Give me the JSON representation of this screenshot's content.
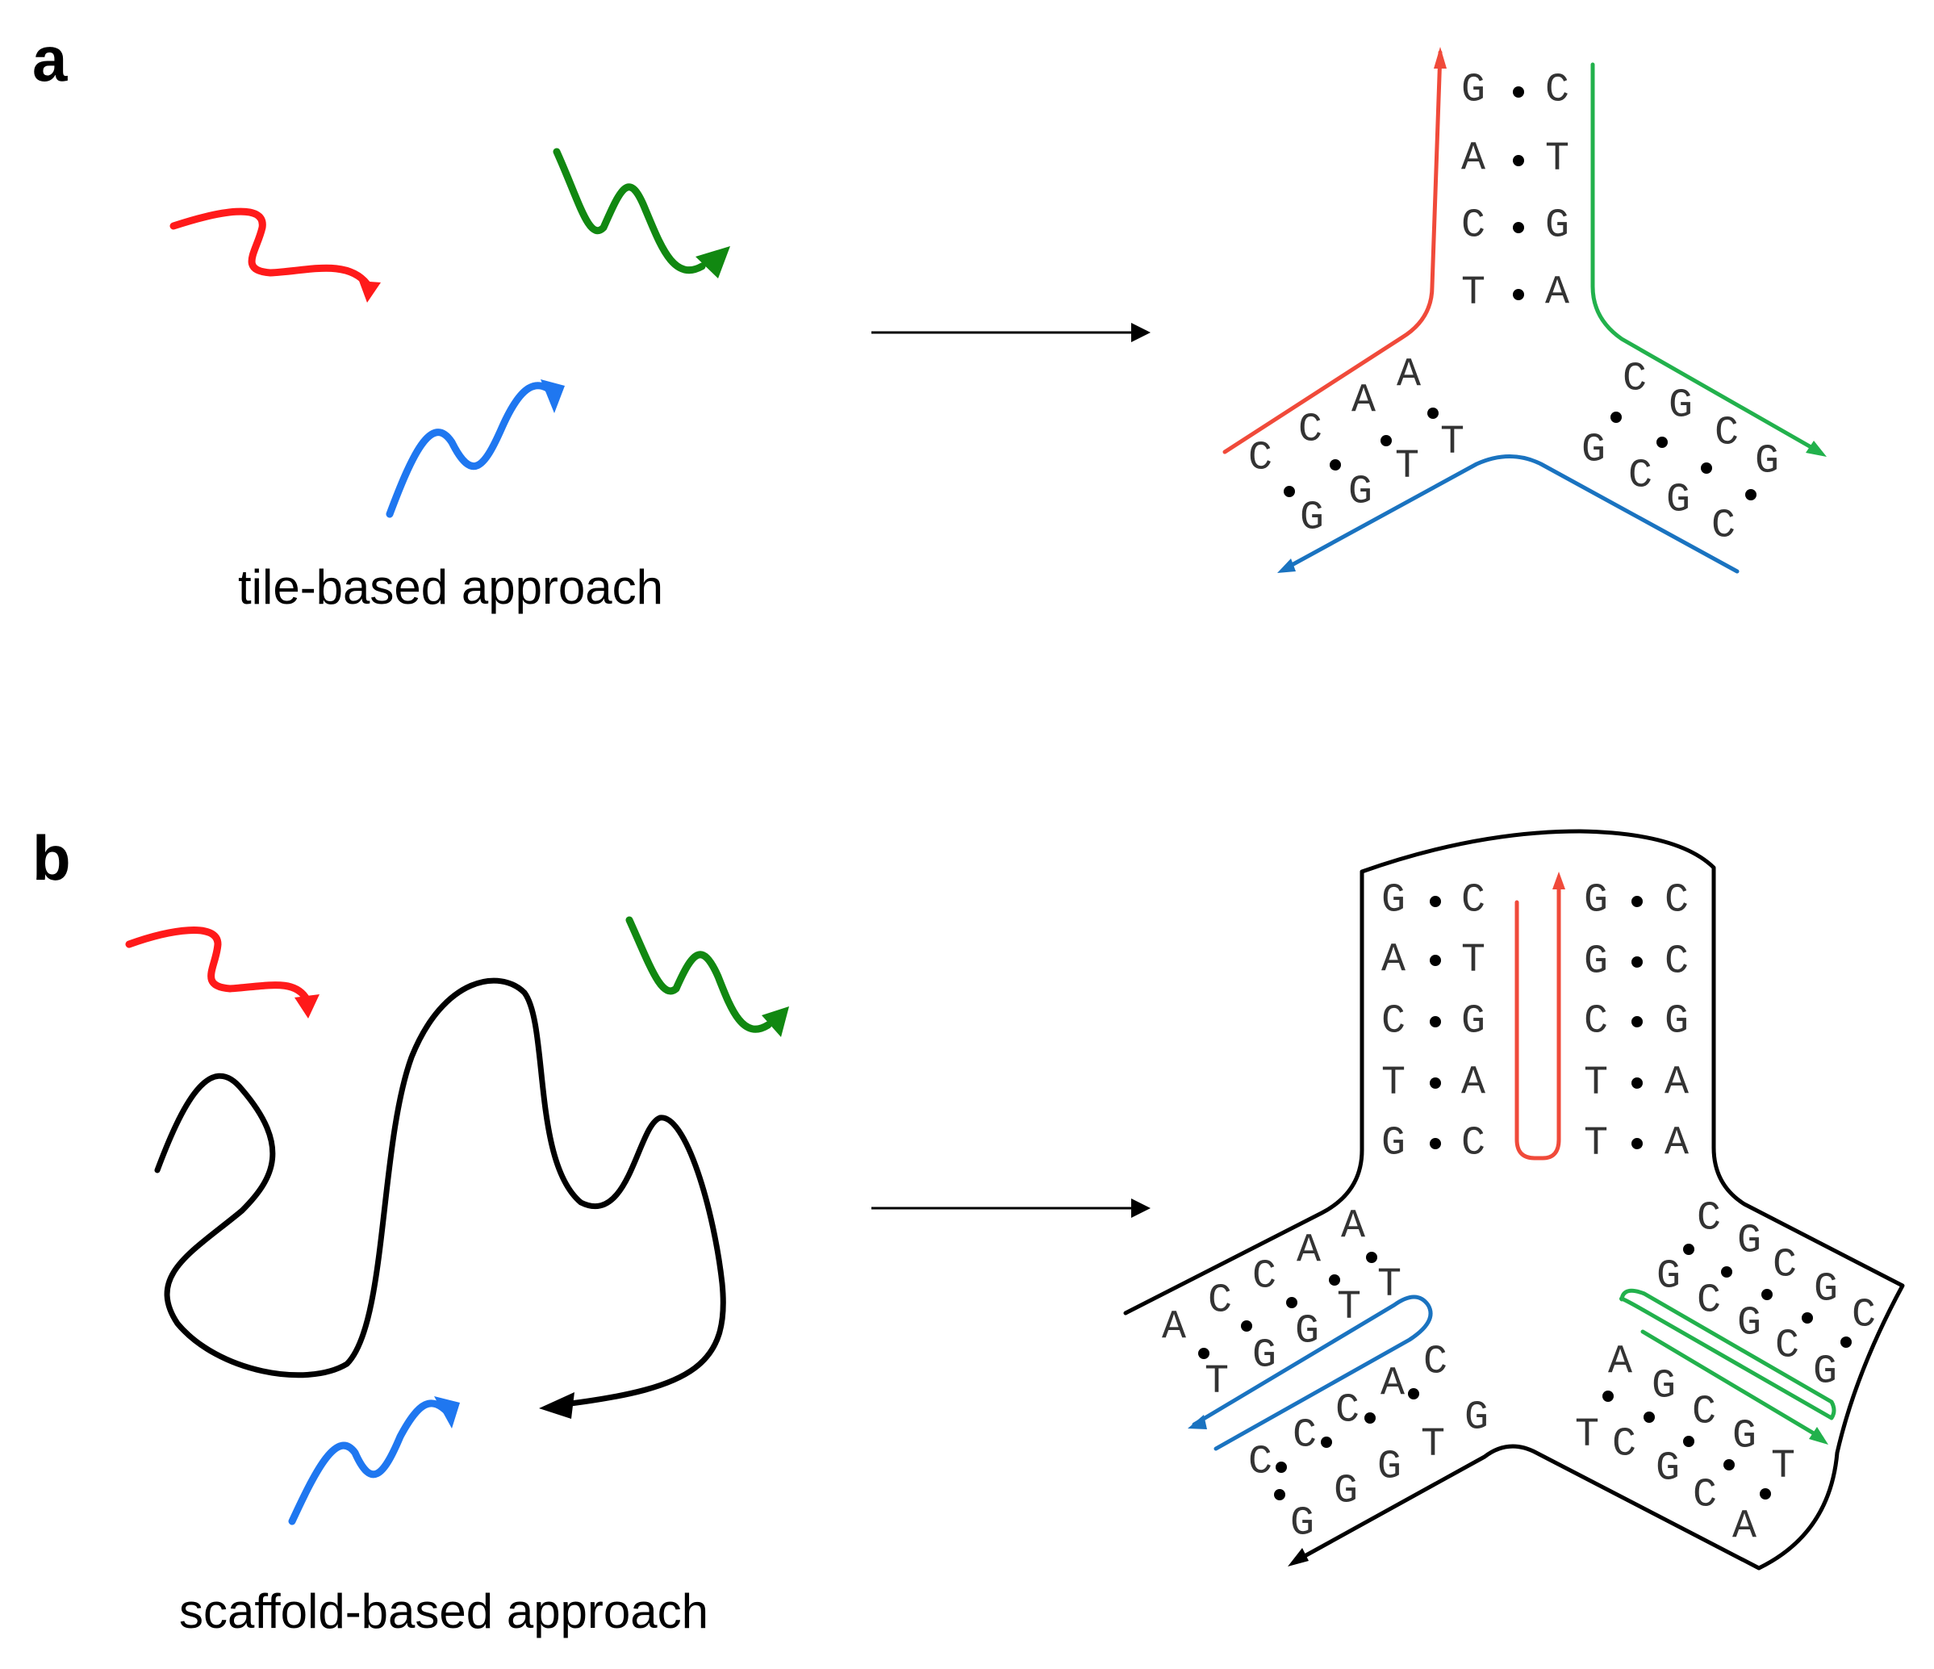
{
  "panels": [
    {
      "label": "a",
      "caption": "tile-based approach"
    },
    {
      "label": "b",
      "caption": "scaffold-based approach"
    }
  ],
  "colors": {
    "red": "#ff1a1a",
    "green": "#118811",
    "blue": "#1f77f0",
    "arm_red": "#f04a3a",
    "arm_green": "#22b14c",
    "arm_blue": "#1a73c0",
    "scaffold": "#000000"
  },
  "tile_junction": {
    "top_arm_pairs": [
      [
        "G",
        "C"
      ],
      [
        "A",
        "T"
      ],
      [
        "C",
        "G"
      ],
      [
        "T",
        "A"
      ]
    ],
    "left_arm_outer": [
      "A",
      "A",
      "C",
      "C"
    ],
    "left_arm_inner": [
      "T",
      "T",
      "G",
      "G"
    ],
    "right_arm_outer": [
      "C",
      "G",
      "C",
      "G"
    ],
    "right_arm_inner": [
      "G",
      "C",
      "G",
      "C"
    ]
  },
  "scaffold_junction": {
    "top_left_pairs": [
      [
        "G",
        "C"
      ],
      [
        "A",
        "T"
      ],
      [
        "C",
        "G"
      ],
      [
        "T",
        "A"
      ],
      [
        "G",
        "C"
      ]
    ],
    "top_right_pairs": [
      [
        "G",
        "C"
      ],
      [
        "G",
        "C"
      ],
      [
        "C",
        "G"
      ],
      [
        "T",
        "A"
      ],
      [
        "T",
        "A"
      ]
    ],
    "left_upper_outer": [
      "A",
      "A",
      "C",
      "C",
      "A"
    ],
    "left_upper_inner": [
      "T",
      "T",
      "G",
      "G",
      "T"
    ],
    "left_lower_outer": [
      "C",
      "A",
      "C",
      "C",
      "C"
    ],
    "left_lower_inner": [
      "G",
      "T",
      "G",
      "G",
      "G"
    ],
    "right_upper_outer": [
      "C",
      "G",
      "C",
      "G",
      "C"
    ],
    "right_upper_inner": [
      "G",
      "C",
      "G",
      "C",
      "G"
    ],
    "right_lower_outer": [
      "A",
      "G",
      "C",
      "G",
      "T"
    ],
    "right_lower_inner": [
      "T",
      "C",
      "G",
      "C",
      "A"
    ]
  }
}
